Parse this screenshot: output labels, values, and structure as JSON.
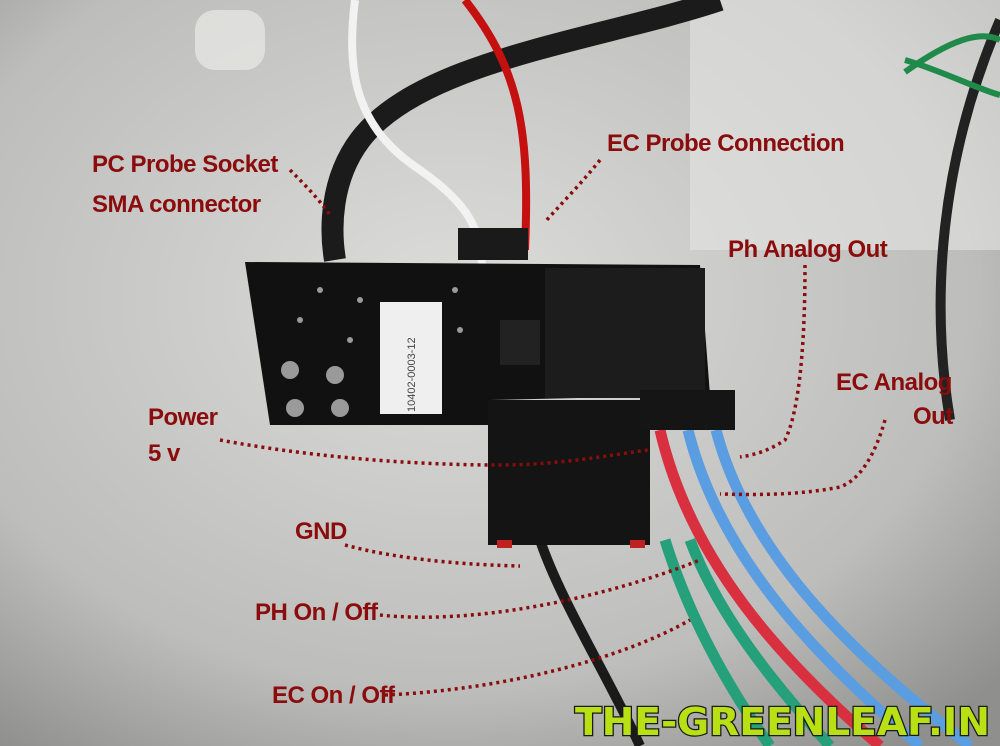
{
  "labels": {
    "pc_probe_1": "PC Probe Socket",
    "pc_probe_2": "SMA connector",
    "ec_probe": "EC Probe Connection",
    "ph_analog": "Ph Analog Out",
    "ec_analog_1": "EC Analog",
    "ec_analog_2": "Out",
    "power_1": "Power",
    "power_2": "5 v",
    "gnd": "GND",
    "ph_onoff": "PH On / Off",
    "ec_onoff": "EC On / Off"
  },
  "board_sticker": "10402-0003-12",
  "watermark": "THE-GREENLEAF.IN",
  "colors": {
    "annotation": "#8a0c0c",
    "watermark": "#b8e014",
    "pcb": "#111111"
  }
}
